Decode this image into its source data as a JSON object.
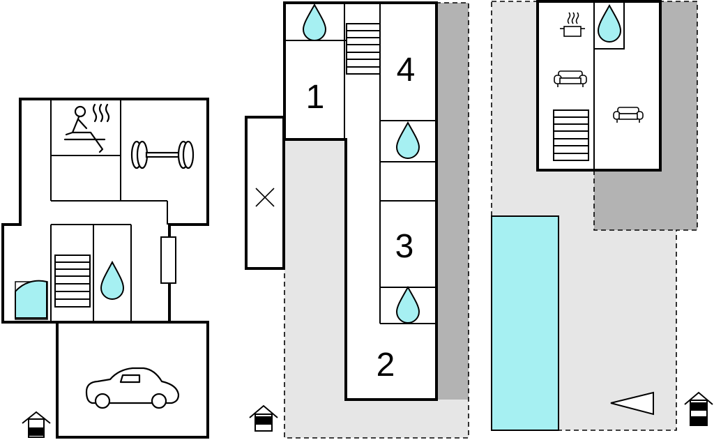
{
  "colors": {
    "water": "#a6f0f2",
    "pool": "#a6f0f2",
    "terrace": "#e6e6e6",
    "roof": "#b3b3b3",
    "wall": "#000000"
  },
  "floors": {
    "ground": {
      "icons": [
        "sauna-icon",
        "dumbbell-icon",
        "stairs-icon",
        "water-drop-icon",
        "shower-icon",
        "car-icon",
        "window-icon",
        "entrance-floor-icon"
      ]
    },
    "first": {
      "rooms": [
        {
          "label": "1"
        },
        {
          "label": "4"
        },
        {
          "label": "3"
        },
        {
          "label": "2"
        }
      ],
      "icons": [
        "water-drop-icon",
        "stairs-icon",
        "void-cross-icon",
        "entrance-floor-icon"
      ]
    },
    "second": {
      "icons": [
        "cooking-pot-icon",
        "water-drop-icon",
        "sofa-icon",
        "stairs-icon",
        "pool-area",
        "entrance-floor-icon"
      ]
    }
  }
}
